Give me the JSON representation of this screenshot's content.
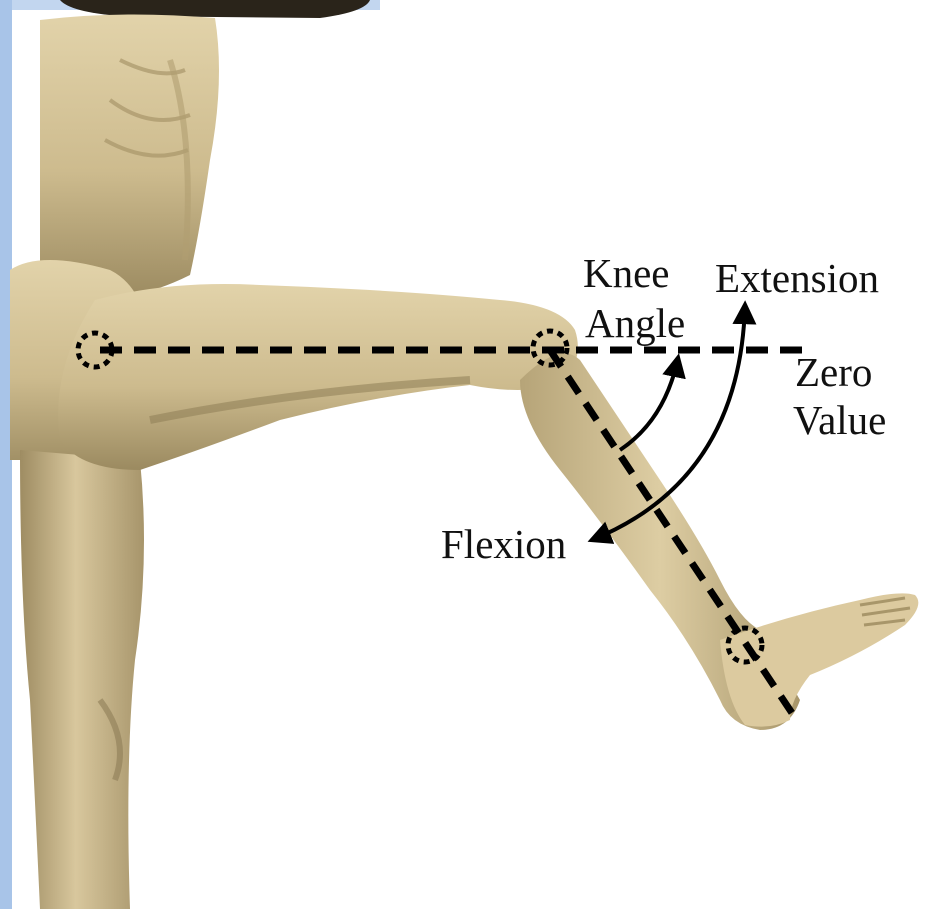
{
  "diagram": {
    "labels": {
      "knee": "Knee",
      "angle": "Angle",
      "extension": "Extension",
      "zero": "Zero",
      "value": "Value",
      "flexion": "Flexion"
    },
    "colors": {
      "skin": "#d2c196",
      "skin_shadow": "#8e7d56",
      "skin_dark": "#5d4f35",
      "annotation": "#000000",
      "side_texture": "#a8c4e8",
      "background": "#ffffff"
    }
  }
}
